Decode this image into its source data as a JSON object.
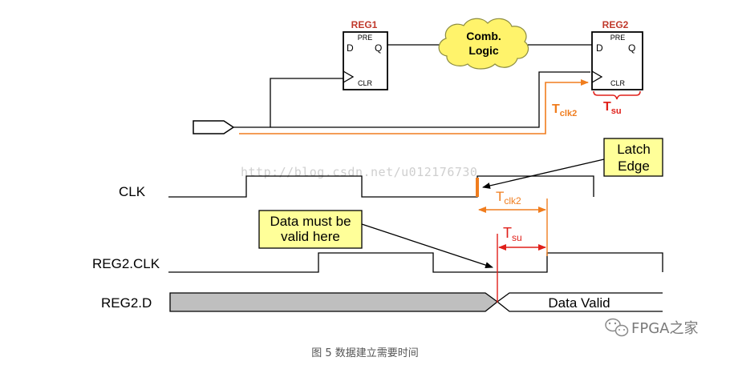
{
  "reg1": {
    "title": "REG1",
    "pin_d": "D",
    "pin_q": "Q",
    "pin_pre": "PRE",
    "pin_clr": "CLR"
  },
  "reg2": {
    "title": "REG2",
    "pin_d": "D",
    "pin_q": "Q",
    "pin_pre": "PRE",
    "pin_clr": "CLR"
  },
  "comb_logic": {
    "line1": "Comb.",
    "line2": "Logic"
  },
  "circuit_tclk2": {
    "main": "T",
    "sub": "clk2"
  },
  "circuit_tsu": {
    "main": "T",
    "sub": "su"
  },
  "watermark": "http://blog.csdn.net/u012176730",
  "signals": {
    "clk": "CLK",
    "reg2_clk": "REG2.CLK",
    "reg2_d": "REG2.D"
  },
  "latch_edge": {
    "line1": "Latch",
    "line2": "Edge"
  },
  "valid_note": {
    "line1": "Data must be",
    "line2": "valid here"
  },
  "timing_tclk2": {
    "main": "T",
    "sub": "clk2"
  },
  "timing_tsu": {
    "main": "T",
    "sub": "su"
  },
  "data_valid": "Data Valid",
  "brand": "FPGA之家",
  "caption": "图 5 数据建立需要时间",
  "colors": {
    "title_red": "#c0392b",
    "orange": "#f07d1e",
    "red": "#e0201a",
    "note_fill": "#ffff99",
    "cloud_fill": "#fff36b",
    "data_fill": "#bfbfbf"
  }
}
